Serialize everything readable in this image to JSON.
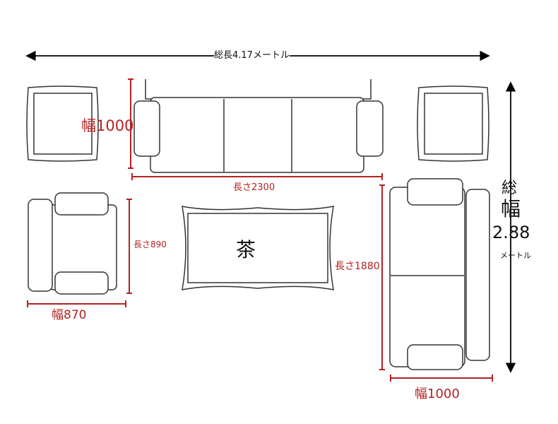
{
  "total_length": "総長4.17メートル",
  "total_width": {
    "char1": "総",
    "char2": "幅",
    "value": "2.88",
    "unit": "メートル"
  },
  "three_seat_sofa": {
    "width_label": "幅1000",
    "length_label": "長さ2300"
  },
  "armchair": {
    "length_label": "長さ890",
    "width_label": "幅870"
  },
  "coffee_table": {
    "label": "茶"
  },
  "side_sofa": {
    "length_label": "長さ1880",
    "width_label": "幅1000"
  },
  "colors": {
    "dimension": "#b22222",
    "outline": "#333333"
  }
}
